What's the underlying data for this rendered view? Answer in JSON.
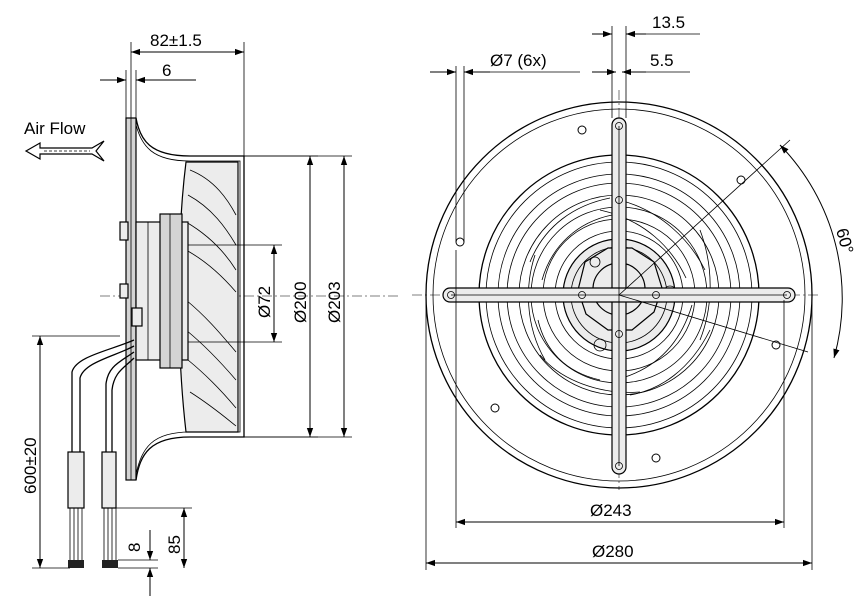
{
  "side_view": {
    "air_flow_label": "Air Flow",
    "dims": {
      "total_depth": "82±1.5",
      "flange_thickness": "6",
      "dia_hub": "Ø72",
      "dia_inlet": "Ø200",
      "dia_outer": "Ø203",
      "cable_length": "600±20",
      "wire_strip": "8",
      "sleeve_length": "85"
    }
  },
  "front_view": {
    "dims": {
      "hole_dia": "Ø7 (6x)",
      "bar_width": "13.5",
      "bar_slot": "5.5",
      "bolt_circle": "Ø243",
      "flange_dia": "Ø280",
      "hole_angle": "60°"
    }
  }
}
